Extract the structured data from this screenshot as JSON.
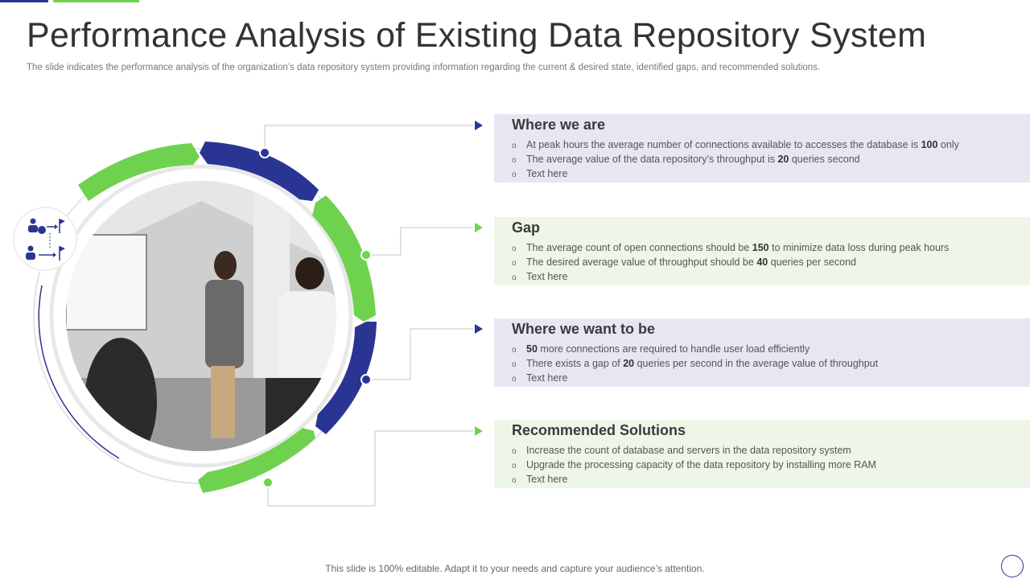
{
  "title": "Performance Analysis of Existing Data Repository System",
  "subtitle": "The slide indicates the performance analysis of the organization’s data repository system providing information regarding the current & desired state, identified gaps, and recommended solutions.",
  "colors": {
    "blue": "#2a3593",
    "green": "#6fd24f",
    "blue_panel": "#e6e7f2",
    "green_panel": "#eef6e8"
  },
  "icons": [
    "people-flag-icon",
    "circle-icon"
  ],
  "sections": [
    {
      "heading": "Where we are",
      "items": [
        {
          "pre": "At peak hours the average  number of connections available  to accesses the database is ",
          "bold": "100",
          "post": " only"
        },
        {
          "pre": "The average  value  of the data repository’s throughput  is ",
          "bold": "20",
          "post": " queries  second"
        },
        {
          "pre": "Text here",
          "bold": "",
          "post": ""
        }
      ]
    },
    {
      "heading": "Gap",
      "items": [
        {
          "pre": "The average  count of open connections should be ",
          "bold": "150",
          "post": " to minimize data loss during  peak hours"
        },
        {
          "pre": "The desired  average  value  of throughput  should  be ",
          "bold": "40",
          "post": " queries per second"
        },
        {
          "pre": "Text here",
          "bold": "",
          "post": ""
        }
      ]
    },
    {
      "heading": "Where we want to be",
      "items": [
        {
          "pre": "",
          "bold": "50",
          "post": " more connections are required  to handle  user load efficiently"
        },
        {
          "pre": "There  exists a gap of ",
          "bold": "20",
          "post": " queries  per second in the average  value  of throughput"
        },
        {
          "pre": "Text here",
          "bold": "",
          "post": ""
        }
      ]
    },
    {
      "heading": "Recommended Solutions",
      "items": [
        {
          "pre": "Increase the count of database and servers  in the data repository system",
          "bold": "",
          "post": ""
        },
        {
          "pre": "Upgrade  the processing capacity of the data repository  by installing more RAM",
          "bold": "",
          "post": ""
        },
        {
          "pre": "Text here",
          "bold": "",
          "post": ""
        }
      ]
    }
  ],
  "footer": "This slide is 100% editable. Adapt it to your needs and capture your audience’s attention."
}
